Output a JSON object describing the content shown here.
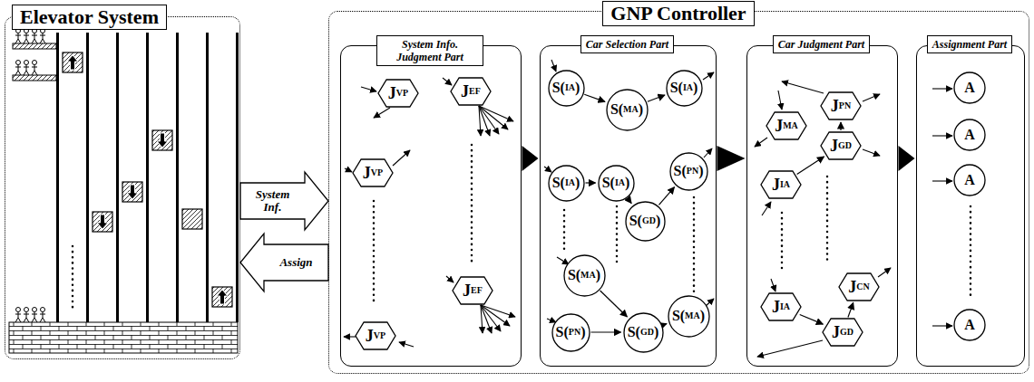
{
  "diagram": {
    "nodes": [
      {
        "text": [
          "Elevator System"
        ]
      },
      {
        "text": [
          "GNP Controller"
        ]
      },
      {
        "text": [
          "System Info. Judgment Part"
        ],
        "in": 1
      },
      {
        "text": [
          "Car Selection Part"
        ],
        "in": 1
      },
      {
        "text": [
          "Car Judgment Part"
        ],
        "in": 1
      },
      {
        "text": [
          "Assignment Part"
        ],
        "in": 1
      },
      {
        "text": [
          "J",
          "VP"
        ],
        "in": 2
      },
      {
        "text": [
          "J",
          "EF"
        ],
        "in": 2
      },
      {
        "text": [
          "J",
          "VP"
        ],
        "in": 2
      },
      {
        "text": [
          "J",
          "EF"
        ],
        "in": 2
      },
      {
        "text": [
          "J",
          "VP"
        ],
        "in": 2
      },
      {
        "text": [
          "S(",
          "IA",
          ")"
        ],
        "in": 3
      },
      {
        "text": [
          "S(",
          "MA",
          ")"
        ],
        "in": 3
      },
      {
        "text": [
          "S(",
          "IA",
          ")"
        ],
        "in": 3
      },
      {
        "text": [
          "S(",
          "IA",
          ")"
        ],
        "in": 3
      },
      {
        "text": [
          "S(",
          "IA",
          ")"
        ],
        "in": 3
      },
      {
        "text": [
          "S(",
          "GD",
          ")"
        ],
        "in": 3
      },
      {
        "text": [
          "S(",
          "PN",
          ")"
        ],
        "in": 3
      },
      {
        "text": [
          "S(",
          "MA",
          ")"
        ],
        "in": 3
      },
      {
        "text": [
          "S(",
          "PN",
          ")"
        ],
        "in": 3
      },
      {
        "text": [
          "S(",
          "GD",
          ")"
        ],
        "in": 3
      },
      {
        "text": [
          "S(",
          "MA",
          ")"
        ],
        "in": 3
      },
      {
        "text": [
          "J",
          "MA"
        ],
        "in": 4
      },
      {
        "text": [
          "J",
          "PN"
        ],
        "in": 4
      },
      {
        "text": [
          "J",
          "GD"
        ],
        "in": 4
      },
      {
        "text": [
          "J",
          "IA"
        ],
        "in": 4
      },
      {
        "text": [
          "J",
          "CN"
        ],
        "in": 4
      },
      {
        "text": [
          "J",
          "IA"
        ],
        "in": 4
      },
      {
        "text": [
          "J",
          "GD"
        ],
        "in": 4
      },
      {
        "text": [
          "A"
        ],
        "in": 5
      },
      {
        "text": [
          "A"
        ],
        "in": 5
      },
      {
        "text": [
          "A"
        ],
        "in": 5
      },
      {
        "text": [
          "A"
        ],
        "in": 5
      }
    ],
    "edges": [
      {
        "from": 0,
        "to": 1,
        "arrow": "to",
        "label": "System Inf."
      },
      {
        "from": 1,
        "to": 0,
        "arrow": "to",
        "label": "Assign"
      },
      {
        "from": 2,
        "to": 3,
        "arrow": "to"
      },
      {
        "from": 3,
        "to": 4,
        "arrow": "to"
      },
      {
        "from": 4,
        "to": 5,
        "arrow": "to"
      },
      {
        "from": 11,
        "to": 12,
        "arrow": "to"
      },
      {
        "from": 12,
        "to": 13,
        "arrow": "to"
      },
      {
        "from": 14,
        "to": 15,
        "arrow": "to"
      },
      {
        "from": 15,
        "to": 16,
        "arrow": "to"
      },
      {
        "from": 16,
        "to": 17,
        "arrow": "to"
      },
      {
        "from": 18,
        "to": 20,
        "arrow": "to"
      },
      {
        "from": 19,
        "to": 20,
        "arrow": "to"
      },
      {
        "from": 20,
        "to": 21,
        "arrow": "to"
      },
      {
        "from": 25,
        "to": 24,
        "arrow": "to"
      },
      {
        "from": 24,
        "to": 23,
        "arrow": "to"
      },
      {
        "from": 27,
        "to": 28,
        "arrow": "to"
      },
      {
        "from": 28,
        "to": 26,
        "arrow": "to"
      }
    ]
  }
}
